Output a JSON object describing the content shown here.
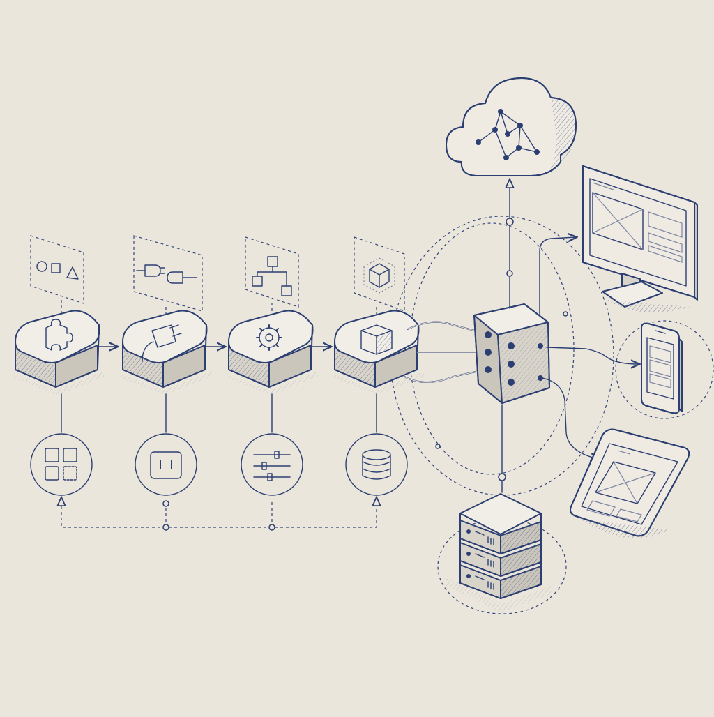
{
  "diagram": {
    "pipeline": {
      "stages": [
        {
          "id": "stage-1",
          "block_icon": "puzzle-piece-icon",
          "badge_icon": "shapes-icon",
          "circle_icon": "grid-blocks-icon"
        },
        {
          "id": "stage-2",
          "block_icon": "plug-icon",
          "badge_icon": "plug-connect-icon",
          "circle_icon": "socket-icon"
        },
        {
          "id": "stage-3",
          "block_icon": "gear-icon",
          "badge_icon": "hierarchy-icon",
          "circle_icon": "sliders-icon"
        },
        {
          "id": "stage-4",
          "block_icon": "cube-icon",
          "badge_icon": "cube-outline-icon",
          "circle_icon": "database-icon"
        }
      ]
    },
    "hub": {
      "icon": "hub-switch-icon",
      "ports": 6
    },
    "cloud": {
      "icon": "cloud-network-icon"
    },
    "clients": [
      {
        "id": "desktop",
        "icon": "desktop-monitor-icon"
      },
      {
        "id": "phone",
        "icon": "smartphone-icon"
      },
      {
        "id": "tablet",
        "icon": "tablet-icon"
      }
    ],
    "server": {
      "icon": "server-stack-icon",
      "units": 3
    }
  },
  "colors": {
    "background": "#ebe6dc",
    "ink": "#2c3f72",
    "paper": "#efebe3"
  }
}
